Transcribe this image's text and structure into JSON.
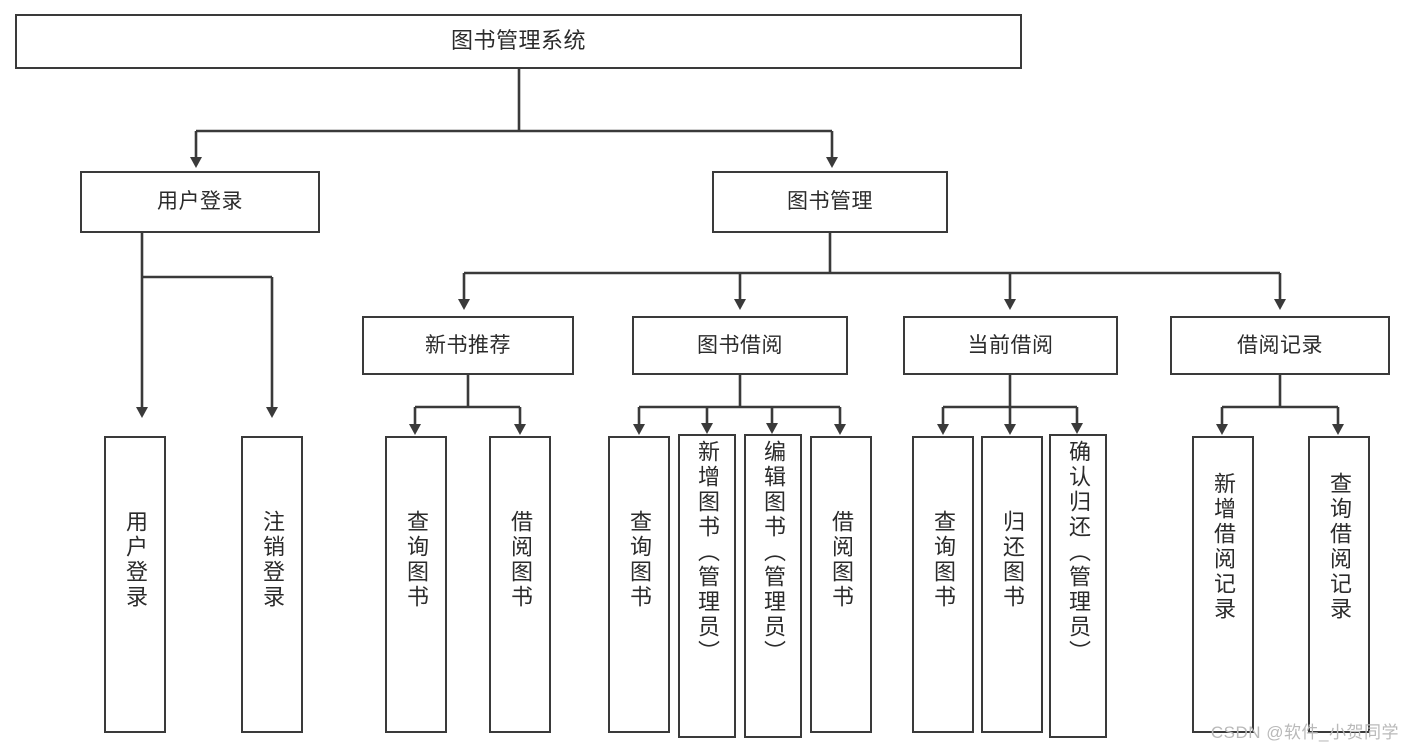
{
  "diagram": {
    "type": "tree-hierarchy-chart",
    "title": "图书管理系统",
    "watermark": "CSDN @软件_小贺同学",
    "colors": {
      "stroke": "#3a3a3a",
      "fill": "#ffffff",
      "text": "#2b2b2b",
      "watermark": "#b9b9b9"
    },
    "nodes": {
      "root": {
        "label": "图书管理系统"
      },
      "level2": [
        {
          "id": "user-login",
          "label": "用户登录"
        },
        {
          "id": "book-management",
          "label": "图书管理"
        }
      ],
      "level3": [
        {
          "id": "new-book-recommend",
          "label": "新书推荐"
        },
        {
          "id": "book-borrow",
          "label": "图书借阅"
        },
        {
          "id": "current-borrow",
          "label": "当前借阅"
        },
        {
          "id": "borrow-record",
          "label": "借阅记录"
        }
      ],
      "leaves": {
        "user_login": [
          {
            "id": "leaf-user-login",
            "label": "用户登录"
          },
          {
            "id": "leaf-logout-login",
            "label": "注销登录"
          }
        ],
        "new_book_recommend": [
          {
            "id": "leaf-query-book-1",
            "label": "查询图书"
          },
          {
            "id": "leaf-borrow-book-1",
            "label": "借阅图书"
          }
        ],
        "book_borrow": [
          {
            "id": "leaf-query-book-2",
            "label": "查询图书"
          },
          {
            "id": "leaf-add-book",
            "label": "新增图书（管理员）"
          },
          {
            "id": "leaf-edit-book",
            "label": "编辑图书（管理员）"
          },
          {
            "id": "leaf-borrow-book-2",
            "label": "借阅图书"
          }
        ],
        "current_borrow": [
          {
            "id": "leaf-query-book-3",
            "label": "查询图书"
          },
          {
            "id": "leaf-return-book",
            "label": "归还图书"
          },
          {
            "id": "leaf-confirm-return",
            "label": "确认归还（管理员）"
          }
        ],
        "borrow_record": [
          {
            "id": "leaf-add-record",
            "label": "新增借阅记录"
          },
          {
            "id": "leaf-query-record",
            "label": "查询借阅记录"
          }
        ]
      }
    }
  }
}
